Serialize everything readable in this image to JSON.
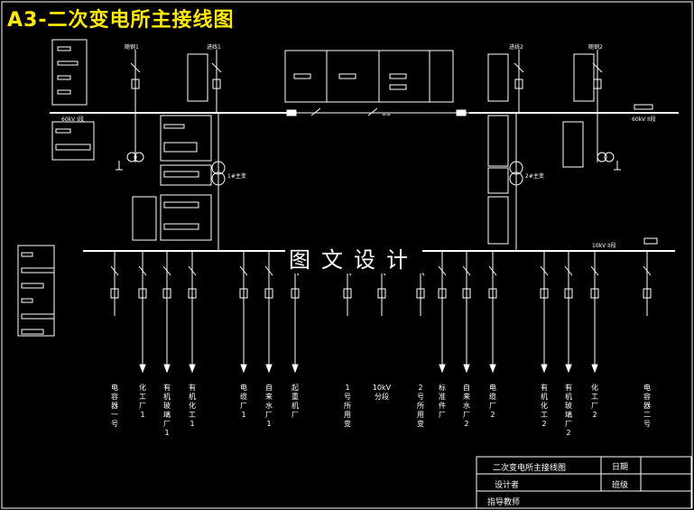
{
  "title": "A3-二次变电所主接线图",
  "watermark": "图文设计",
  "top_feeders": {
    "left_1": "随钢1",
    "left_2": "进线1",
    "right_2": "进线2",
    "right_1": "随钢2"
  },
  "bus_labels": {
    "bus_60_left": "60kV I段",
    "bus_60_right": "60kV II段",
    "bus_10_right": "10kV II段"
  },
  "transformer_labels": {
    "left": "1#主变",
    "right": "2#主变"
  },
  "outgoing_feeders": [
    "电容器一号",
    "化工厂1",
    "有机玻璃厂1",
    "有机化工1",
    "电缆厂1",
    "自来水厂1",
    "起重机厂",
    "1号所用变",
    "10kV分段",
    "2号所用变",
    "标准件厂",
    "自来水厂2",
    "电缆厂2",
    "有机化工2",
    "有机玻璃厂2",
    "化工厂2",
    "电容器二号"
  ],
  "title_block": {
    "drawing_name": "二次变电所主接线图",
    "date_label": "日期",
    "designer_label": "设计者",
    "class_label": "班级",
    "advisor_label": "指导教师"
  },
  "colors": {
    "background": "#000000",
    "lines": "#ffffff",
    "title": "#ffea00"
  }
}
